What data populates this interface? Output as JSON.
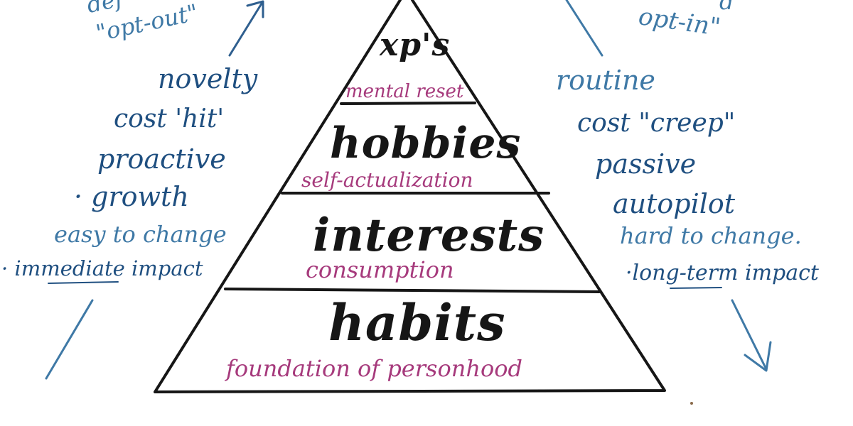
{
  "colors": {
    "pyramid": "#161616",
    "notes_blue": "#1f4f80",
    "notes_lightblue": "#3f79a6",
    "subtitle_pink": "#a63a7c"
  },
  "pyramid": {
    "tiers": [
      {
        "title": "xp's",
        "subtitle": "mental reset"
      },
      {
        "title": "hobbies",
        "subtitle": "self-actualization"
      },
      {
        "title": "interests",
        "subtitle": "consumption"
      },
      {
        "title": "habits",
        "subtitle": "foundation of personhood"
      }
    ]
  },
  "left_notes": {
    "default": "def",
    "opt_out": "\"opt-out\"",
    "items": [
      "novelty",
      "cost 'hit'",
      "proactive",
      "· growth",
      "easy to change",
      "· immediate impact"
    ]
  },
  "right_notes": {
    "default": "d",
    "opt_in": "opt-in\"",
    "items": [
      "routine",
      "cost \"creep\"",
      "passive",
      "autopilot",
      "hard to change.",
      "·long-term impact"
    ]
  }
}
